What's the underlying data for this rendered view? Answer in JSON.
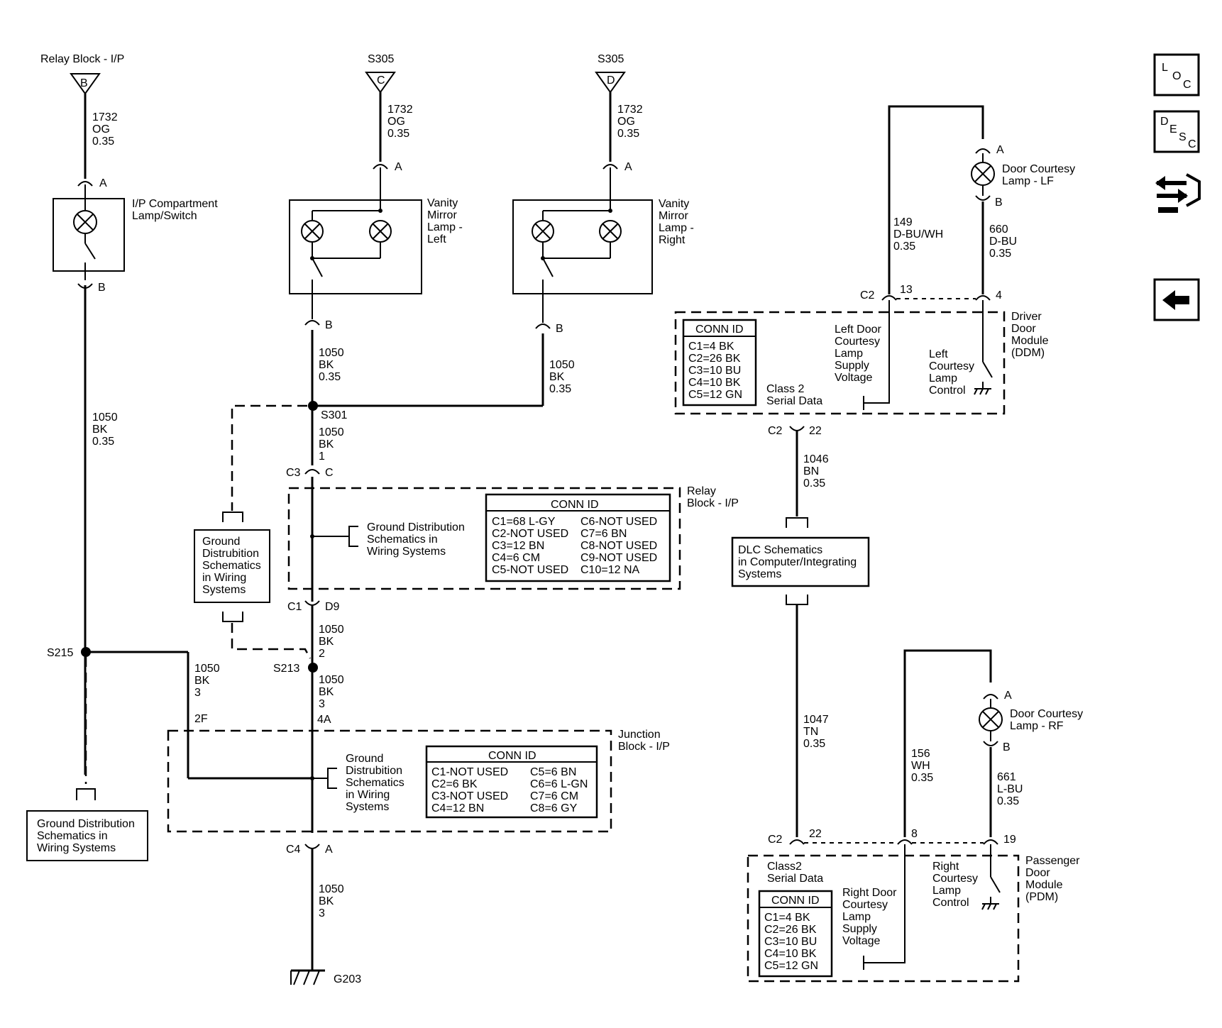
{
  "relay_block_feed": {
    "name": "Relay Block - I/P",
    "pin": "B"
  },
  "s305_c": {
    "name": "S305",
    "pin": "C"
  },
  "s305_d": {
    "name": "S305",
    "pin": "D"
  },
  "wire_1732": {
    "num": "1732",
    "color": "OG",
    "size": "0.35"
  },
  "wire_1050_035": {
    "num": "1050",
    "color": "BK",
    "size": "0.35"
  },
  "wire_1050_1": {
    "num": "1050",
    "color": "BK",
    "size": "1"
  },
  "wire_1050_2": {
    "num": "1050",
    "color": "BK",
    "size": "2"
  },
  "wire_1050_3": {
    "num": "1050",
    "color": "BK",
    "size": "3"
  },
  "wire_149": {
    "num": "149",
    "color": "D-BU/WH",
    "size": "0.35"
  },
  "wire_660": {
    "num": "660",
    "color": "D-BU",
    "size": "0.35"
  },
  "wire_1046": {
    "num": "1046",
    "color": "BN",
    "size": "0.35"
  },
  "wire_1047": {
    "num": "1047",
    "color": "TN",
    "size": "0.35"
  },
  "wire_156": {
    "num": "156",
    "color": "WH",
    "size": "0.35"
  },
  "wire_661": {
    "num": "661",
    "color": "L-BU",
    "size": "0.35"
  },
  "components": {
    "ip_lamp": [
      "I/P Compartment",
      "Lamp/Switch"
    ],
    "vanity_left": [
      "Vanity",
      "Mirror",
      "Lamp -",
      "Left"
    ],
    "vanity_right": [
      "Vanity",
      "Mirror",
      "Lamp -",
      "Right"
    ],
    "lamp_lf": [
      "Door Courtesy",
      "Lamp - LF"
    ],
    "lamp_rf": [
      "Door Courtesy",
      "Lamp - RF"
    ]
  },
  "pins": {
    "a": "A",
    "b": "B",
    "c": "C",
    "c1": "C1",
    "c2": "C2",
    "c3": "C3",
    "c4": "C4",
    "d9": "D9",
    "p13": "13",
    "p4": "4",
    "p22": "22",
    "p8": "8",
    "p19": "19",
    "p2f": "2F",
    "p4a": "4A"
  },
  "splices": {
    "s301": "S301",
    "s213": "S213",
    "s215": "S215",
    "g203": "G203"
  },
  "relay_block": {
    "label": [
      "Relay",
      "Block - I/P"
    ],
    "conn_title": "CONN ID",
    "conn_left": [
      "C1=68 L-GY",
      "C2-NOT USED",
      "C3=12 BN",
      "C4=6 CM",
      "C5-NOT USED"
    ],
    "conn_right": [
      "C6-NOT USED",
      "C7=6 BN",
      "C8-NOT USED",
      "C9-NOT USED",
      "C10=12 NA"
    ],
    "ground_ref": [
      "Ground Distribution",
      "Schematics in",
      "Wiring Systems"
    ]
  },
  "junction_block": {
    "label": [
      "Junction",
      "Block - I/P"
    ],
    "conn_title": "CONN ID",
    "conn_left": [
      "C1-NOT USED",
      "C2=6 BK",
      "C3-NOT USED",
      "C4=12 BN"
    ],
    "conn_right": [
      "C5=6 BN",
      "C6=6 L-GN",
      "C7=6 CM",
      "C8=6 GY"
    ],
    "ground_ref": [
      "Ground",
      "Distrubition",
      "Schematics",
      "in Wiring",
      "Systems"
    ]
  },
  "ground_ref_mid": [
    "Ground",
    "Distrubition",
    "Schematics",
    "in Wiring",
    "Systems"
  ],
  "ground_ref_left": [
    "Ground Distribution",
    "Schematics in",
    "Wiring Systems"
  ],
  "ddm": {
    "label": [
      "Driver",
      "Door",
      "Module",
      "(DDM)"
    ],
    "conn_title": "CONN ID",
    "conn": [
      "C1=4 BK",
      "C2=26 BK",
      "C3=10 BU",
      "C4=10 BK",
      "C5=12 GN"
    ],
    "supply": [
      "Left Door",
      "Courtesy",
      "Lamp",
      "Supply",
      "Voltage"
    ],
    "control": [
      "Left",
      "Courtesy",
      "Lamp",
      "Control"
    ],
    "serial": [
      "Class 2",
      "Serial Data"
    ]
  },
  "pdm": {
    "label": [
      "Passenger",
      "Door",
      "Module",
      "(PDM)"
    ],
    "conn_title": "CONN ID",
    "conn": [
      "C1=4 BK",
      "C2=26 BK",
      "C3=10 BU",
      "C4=10 BK",
      "C5=12 GN"
    ],
    "supply": [
      "Right Door",
      "Courtesy",
      "Lamp",
      "Supply",
      "Voltage"
    ],
    "control": [
      "Right",
      "Courtesy",
      "Lamp",
      "Control"
    ],
    "serial": [
      "Class2",
      "Serial Data"
    ]
  },
  "dlc": [
    "DLC Schematics",
    "in Computer/Integrating",
    "Systems"
  ],
  "nav": {
    "loc": [
      "L",
      "O",
      "C"
    ],
    "desc": [
      "D",
      "E",
      "S",
      "C"
    ]
  }
}
